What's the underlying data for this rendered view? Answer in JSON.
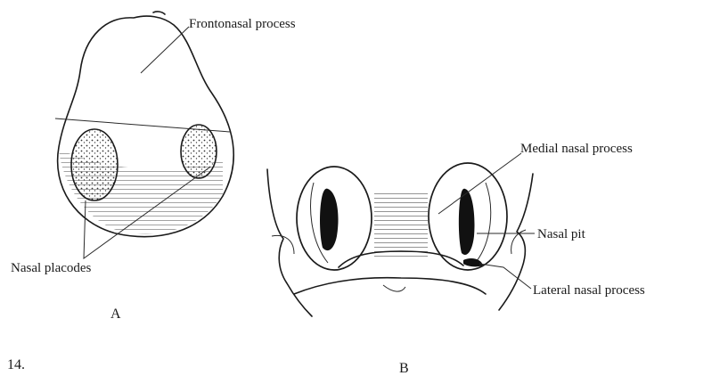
{
  "panel_a": {
    "label_frontonasal": "Frontonasal process",
    "label_placodes": "Nasal placodes",
    "caption": "A"
  },
  "panel_b": {
    "label_medial": "Medial nasal process",
    "label_pit": "Nasal pit",
    "label_lateral": "Lateral nasal process",
    "caption": "B"
  },
  "figure_number": "14."
}
